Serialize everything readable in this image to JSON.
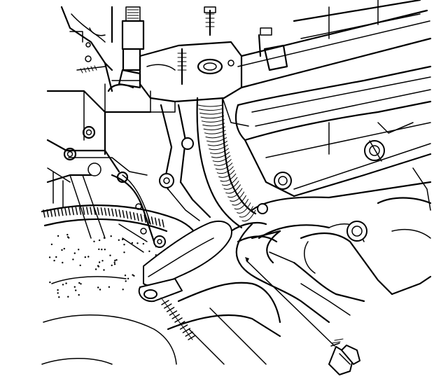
{
  "diagram": {
    "parts": [
      {
        "id": "engine-block",
        "icon": "engine-block-icon"
      },
      {
        "id": "cylinder-head",
        "icon": "cylinder-head-icon"
      },
      {
        "id": "exhaust-manifold",
        "icon": "exhaust-manifold-icon"
      },
      {
        "id": "flywheel",
        "icon": "flywheel-icon"
      },
      {
        "id": "flex-pipe",
        "icon": "flex-pipe-icon"
      },
      {
        "id": "pipe-bracket",
        "icon": "bracket-icon"
      },
      {
        "id": "mounting-bolt",
        "icon": "bolt-icon"
      }
    ],
    "colors": {
      "line": "#000000",
      "background": "#ffffff"
    }
  }
}
